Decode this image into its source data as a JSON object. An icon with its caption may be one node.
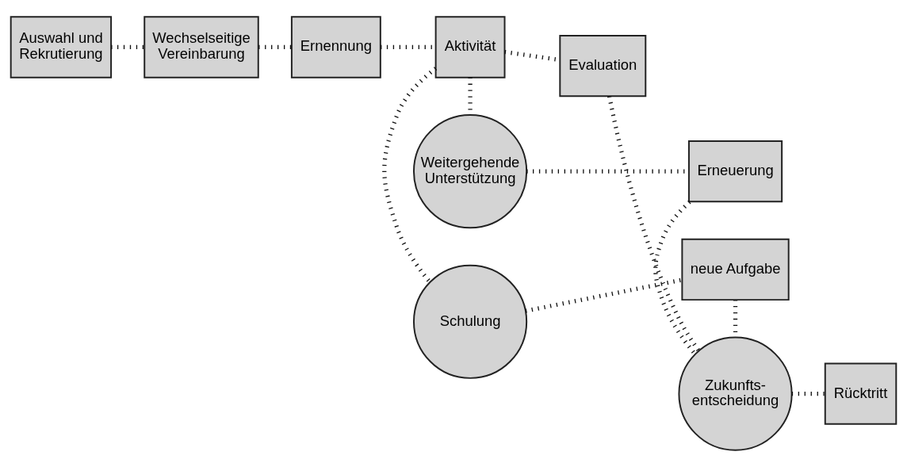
{
  "diagram": {
    "nodes": [
      {
        "text": [
          "Schulung"
        ]
      },
      {
        "text": [
          "neue Aufgabe"
        ]
      },
      {
        "text": [
          "Auswahl und Rekrutierung"
        ]
      },
      {
        "text": [
          "Wechselseitige Vereinbarung"
        ]
      },
      {
        "text": [
          "Ernennung"
        ]
      },
      {
        "text": [
          "Aktivität"
        ]
      },
      {
        "text": [
          "Evaluation"
        ]
      },
      {
        "text": [
          "Zukunfts- entscheidung"
        ]
      },
      {
        "text": [
          "Rücktritt"
        ]
      },
      {
        "text": [
          "Weitergehende Unterstützung"
        ]
      },
      {
        "text": [
          "Erneuerung"
        ]
      }
    ],
    "edges": [
      {
        "from": 2,
        "to": 3,
        "arrow": "none"
      },
      {
        "from": 3,
        "to": 4,
        "arrow": "none"
      },
      {
        "from": 4,
        "to": 5,
        "arrow": "none"
      },
      {
        "from": 5,
        "to": 6,
        "arrow": "none"
      },
      {
        "from": 6,
        "to": 7,
        "arrow": "none"
      },
      {
        "from": 7,
        "to": 8,
        "arrow": "none"
      },
      {
        "from": 5,
        "to": 0,
        "arrow": "none"
      },
      {
        "from": 0,
        "to": 1,
        "arrow": "none"
      },
      {
        "from": 1,
        "to": 7,
        "arrow": "none"
      },
      {
        "from": 5,
        "to": 9,
        "arrow": "none"
      },
      {
        "from": 9,
        "to": 10,
        "arrow": "none"
      },
      {
        "from": 10,
        "to": 7,
        "arrow": "none"
      }
    ]
  }
}
